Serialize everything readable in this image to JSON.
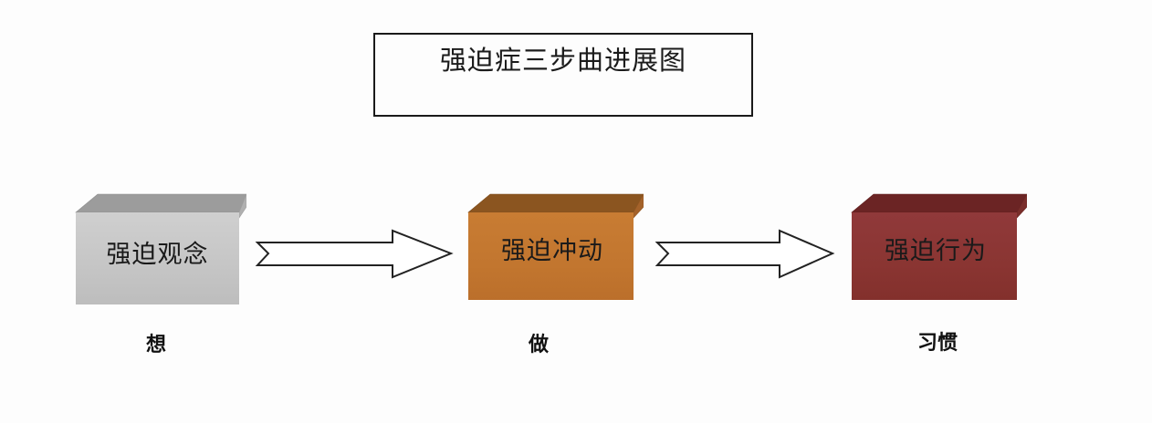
{
  "diagram": {
    "title": "强迫症三步曲进展图",
    "steps": [
      {
        "id": "concept",
        "box_label": "强迫观念",
        "caption": "想",
        "face_color": "#c6c6c6",
        "top_color": "#9c9c9c",
        "side_color": "#b3b3b3"
      },
      {
        "id": "impulse",
        "box_label": "强迫冲动",
        "caption": "做",
        "face_color": "#c2762f",
        "top_color": "#8b5520",
        "side_color": "#a4622a"
      },
      {
        "id": "behavior",
        "box_label": "强迫行为",
        "caption": "习惯",
        "face_color": "#8a3532",
        "top_color": "#6b2424",
        "side_color": "#7a2e2b"
      }
    ],
    "connectors": [
      {
        "id": "arrow-1",
        "shape": "notched-right-block-arrow",
        "from": "concept",
        "to": "impulse",
        "fill": "#ffffff",
        "stroke": "#222222"
      },
      {
        "id": "arrow-2",
        "shape": "notched-right-block-arrow",
        "from": "impulse",
        "to": "behavior",
        "fill": "#ffffff",
        "stroke": "#222222"
      }
    ],
    "background_color": "#fdfdfd",
    "title_border_color": "#1a1a1a"
  },
  "chart_data": {
    "type": "diagram",
    "title": "强迫症三步曲进展图",
    "nodes": [
      "强迫观念",
      "强迫冲动",
      "强迫行为"
    ],
    "node_captions": [
      "想",
      "做",
      "习惯"
    ],
    "edges": [
      {
        "from": "强迫观念",
        "to": "强迫冲动"
      },
      {
        "from": "强迫冲动",
        "to": "强迫行为"
      }
    ]
  }
}
